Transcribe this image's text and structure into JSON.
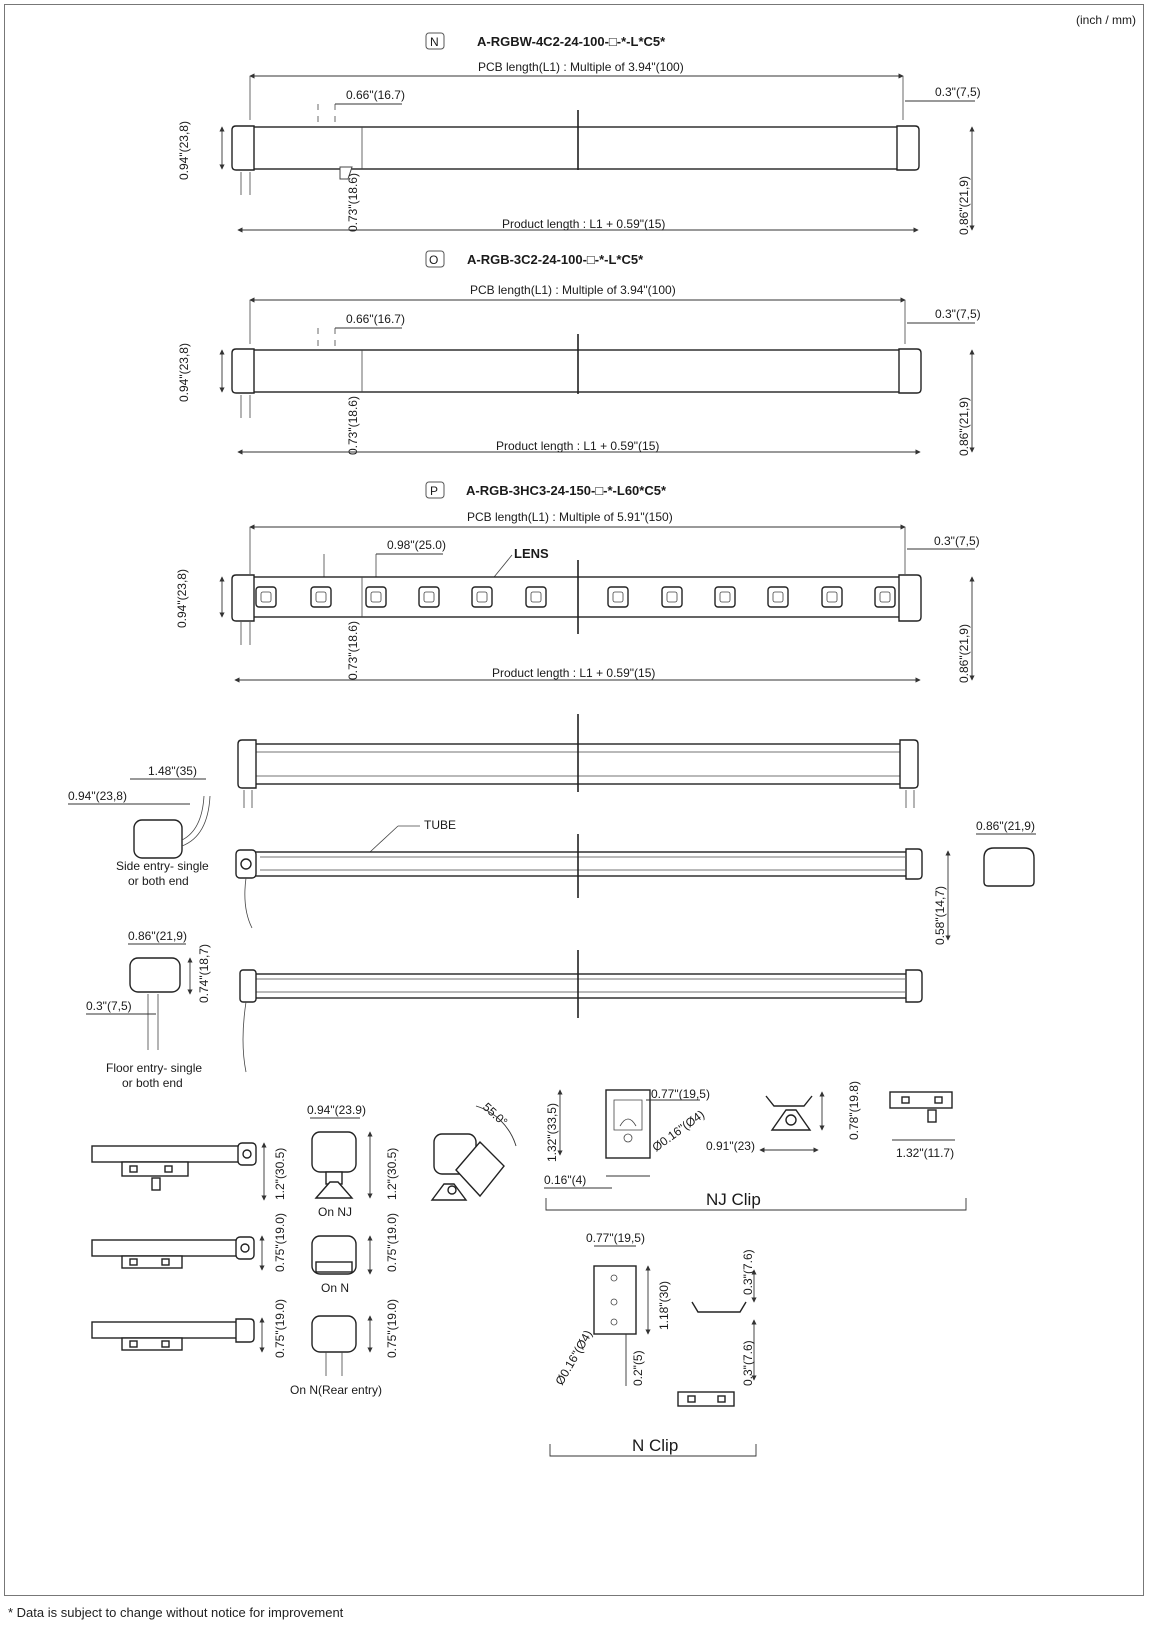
{
  "units": "(inch / mm)",
  "footnote": "* Data is subject to change without notice for improvement",
  "models": [
    {
      "badge": "N",
      "code": "A-RGBW-4C2-24-100-□-*-L*C5*",
      "pcb": "PCB length(L1) : Multiple of 3.94\"(100)",
      "pitch": "0.66\"(16.7)",
      "end": "0.3\"(7,5)",
      "height": "0.94\"(23,8)",
      "depth": "0.86\"(21,9)",
      "mid": "0.73\"(18.6)",
      "product": "Product length : L1 + 0.59\"(15)"
    },
    {
      "badge": "O",
      "code": "A-RGB-3C2-24-100-□-*-L*C5*",
      "pcb": "PCB length(L1) : Multiple of 3.94\"(100)",
      "pitch": "0.66\"(16.7)",
      "end": "0.3\"(7,5)",
      "height": "0.94\"(23,8)",
      "depth": "0.86\"(21,9)",
      "mid": "0.73\"(18.6)",
      "product": "Product length : L1 + 0.59\"(15)"
    },
    {
      "badge": "P",
      "code": "A-RGB-3HC3-24-150-□-*-L60*C5*",
      "pcb": "PCB length(L1) : Multiple of 5.91\"(150)",
      "pitch": "0.98\"(25.0)",
      "end": "0.3\"(7,5)",
      "height": "0.94\"(23,8)",
      "depth": "0.86\"(21,9)",
      "mid": "0.73\"(18.6)",
      "product": "Product length : L1 + 0.59\"(15)",
      "lens": "LENS"
    }
  ],
  "entries": {
    "side_width": "1.48\"(35)",
    "side_height": "0.94\"(23,8)",
    "side_caption_1": "Side entry- single",
    "side_caption_2": "or both end",
    "tube": "TUBE",
    "cap_width": "0.86\"(21,9)",
    "cap_height": "0.58\"(14,7)",
    "floor_width": "0.86\"(21,9)",
    "floor_height": "0.74\"(18,7)",
    "floor_offset": "0.3\"(7,5)",
    "floor_caption_1": "Floor entry- single",
    "floor_caption_2": "or both end"
  },
  "mounting": {
    "width": "0.94\"(23.9)",
    "angle": "55.0°",
    "nj_height": "1.2\"(30.5)",
    "nj_caption": "On NJ",
    "n_height": "0.75\"(19.0)",
    "n_caption": "On N",
    "nrear_height": "0.75\"(19.0)",
    "nrear_caption": "On N(Rear entry)"
  },
  "nj_clip": {
    "title": "NJ Clip",
    "width": "0.77\"(19,5)",
    "hole": "Ø0.16\"(Ø4)",
    "height": "1.32\"(33,5)",
    "foot": "0.16\"(4)",
    "base": "0.91\"(23)",
    "profile_h": "0.78\"(19.8)",
    "plate": "1.32\"(11.7)"
  },
  "n_clip": {
    "title": "N Clip",
    "width": "0.77\"(19,5)",
    "height": "1.18\"(30)",
    "hole": "Ø0.16\"(Ø4)",
    "offset": "0.2\"(5)",
    "side1": "0.3\"(7.6)",
    "side2": "0.3\"(7.6)"
  }
}
